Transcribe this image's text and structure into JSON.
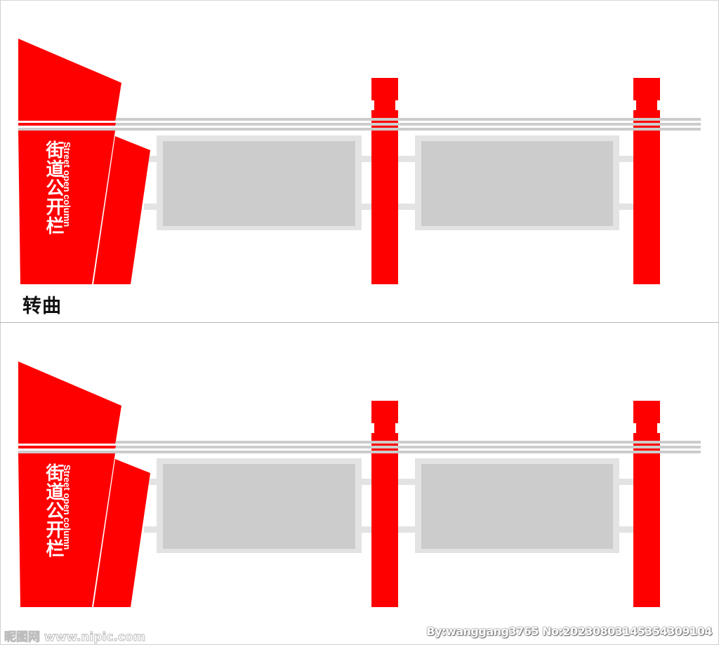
{
  "sign": {
    "title_cn": "街道公开栏",
    "title_en": "Street open column"
  },
  "panels": [
    {
      "id": "top",
      "caption": "转曲"
    },
    {
      "id": "bottom",
      "caption": ""
    }
  ],
  "watermark": {
    "left": "昵图网 www.nipic.com",
    "right": "By:wanggang3765 No:20230803145354309104"
  },
  "colors": {
    "red": "#ff0000",
    "rail": "#cccccc",
    "frame": "#e3e3e3",
    "board": "#cccccc",
    "background": "#ffffff"
  }
}
